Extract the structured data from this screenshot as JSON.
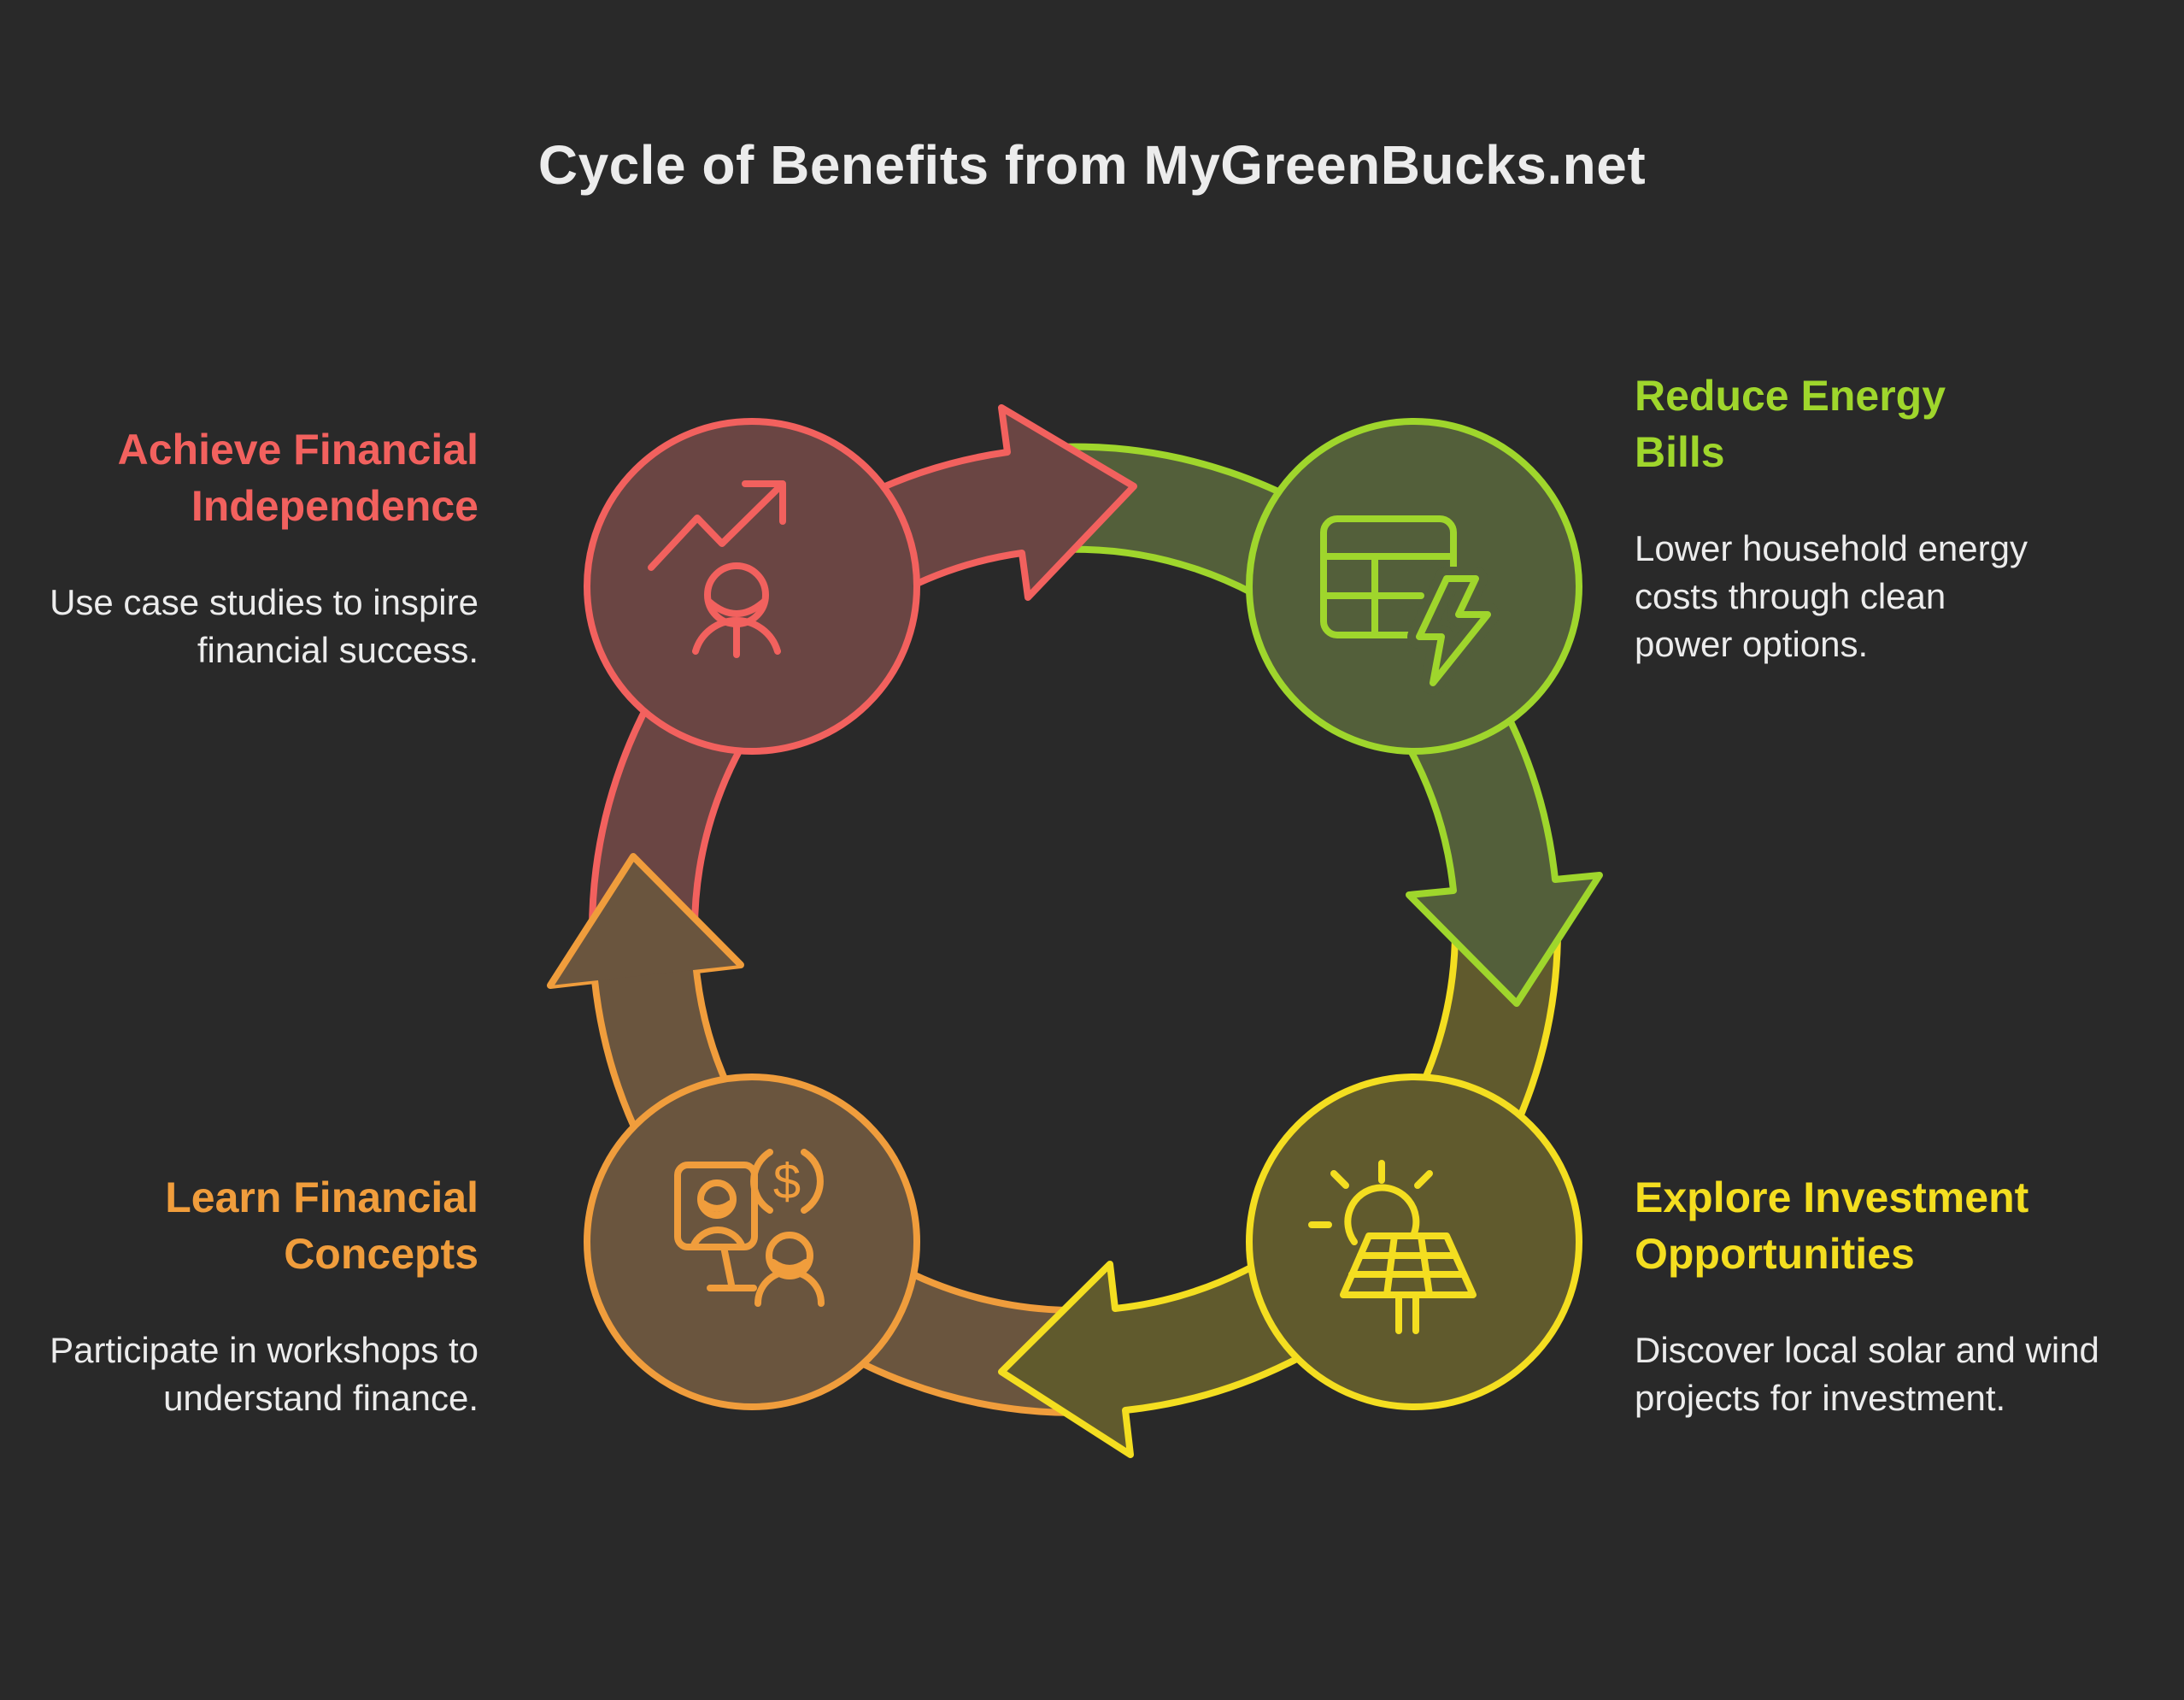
{
  "title": "Cycle of Benefits from MyGreenBucks.net",
  "colors": {
    "background": "#292929",
    "text": "#ececec"
  },
  "nodes": [
    {
      "id": "achieve-financial-independence",
      "position": "top-left",
      "heading": "Achieve Financial Independence",
      "body": "Use case studies to inspire financial success.",
      "accent": "#f2615e",
      "fill": "#6a4543",
      "icon": "growth-trend-person-icon"
    },
    {
      "id": "reduce-energy-bills",
      "position": "top-right",
      "heading": "Reduce Energy Bills",
      "body": "Lower household energy costs through clean power options.",
      "accent": "#9fd62c",
      "fill": "#535f3a",
      "icon": "energy-usage-table-icon"
    },
    {
      "id": "explore-investment-opportunities",
      "position": "bottom-right",
      "heading": "Explore Investment Opportunities",
      "body": "Discover local solar and wind projects for investment.",
      "accent": "#f4de20",
      "fill": "#605a2d",
      "icon": "solar-panel-sun-icon"
    },
    {
      "id": "learn-financial-concepts",
      "position": "bottom-left",
      "heading": "Learn Financial Concepts",
      "body": "Participate in workshops to understand finance.",
      "accent": "#f09d3c",
      "fill": "#6a553e",
      "icon": "online-workshop-money-icon"
    }
  ],
  "flow": [
    {
      "from": "achieve-financial-independence",
      "to": "reduce-energy-bills"
    },
    {
      "from": "reduce-energy-bills",
      "to": "explore-investment-opportunities"
    },
    {
      "from": "explore-investment-opportunities",
      "to": "learn-financial-concepts"
    },
    {
      "from": "learn-financial-concepts",
      "to": "achieve-financial-independence"
    }
  ]
}
